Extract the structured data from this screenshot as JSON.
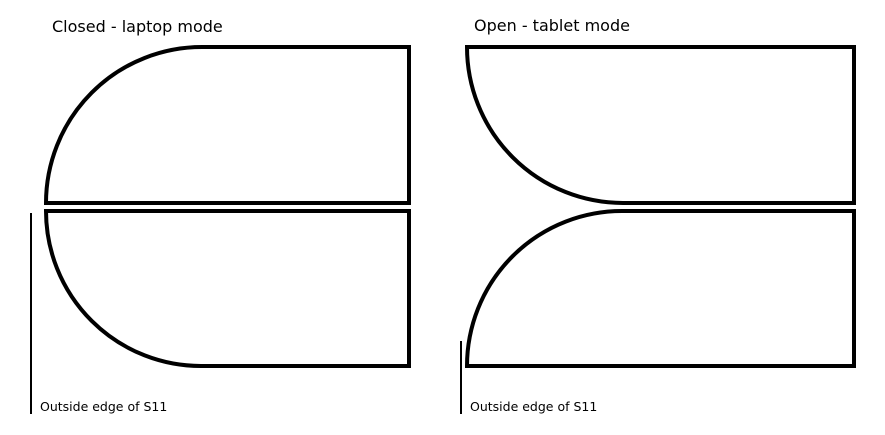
{
  "diagram": {
    "left_title": "Closed - laptop mode",
    "right_title": "Open - tablet mode",
    "left_edge_label": "Outside edge of S11",
    "right_edge_label": "Outside edge of S11"
  },
  "colors": {
    "stroke": "#000000",
    "background": "#ffffff"
  }
}
